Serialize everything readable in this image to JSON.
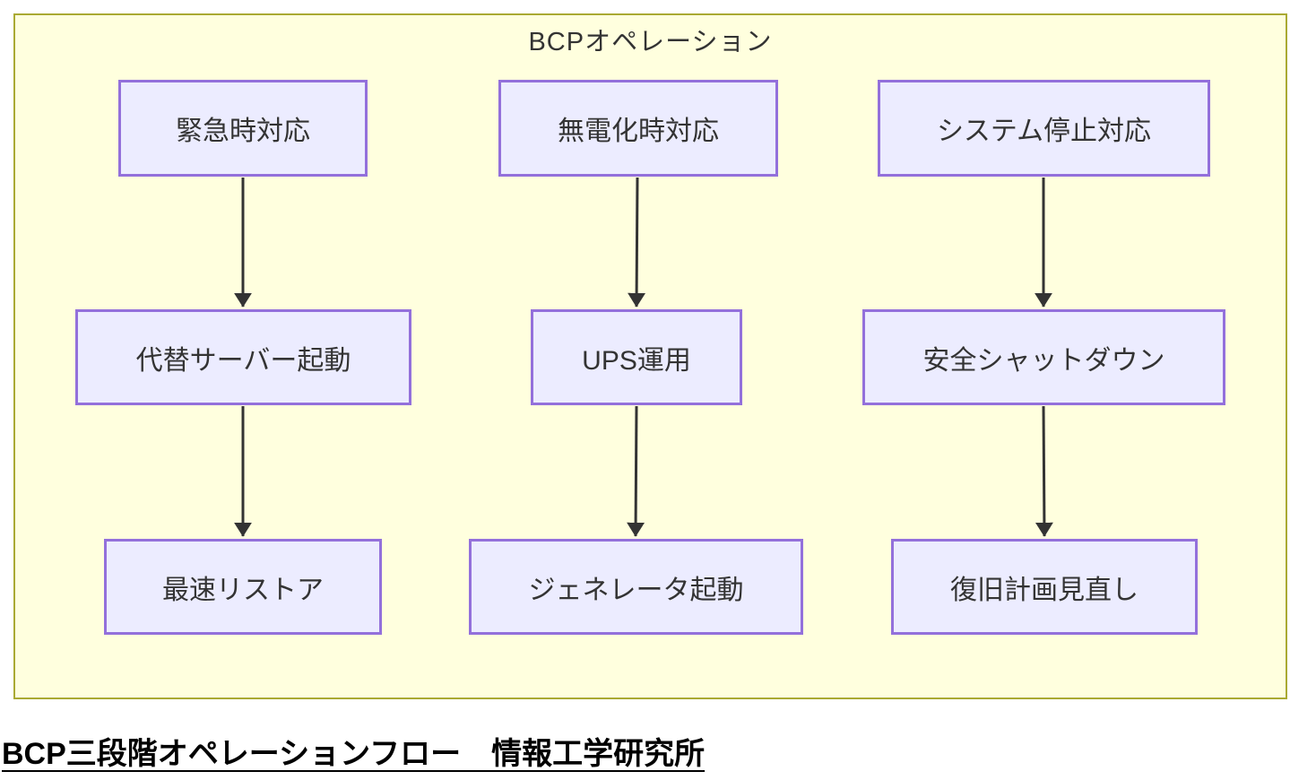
{
  "diagram": {
    "title": "BCPオペレーション",
    "flows": [
      {
        "name": "emergency-response-flow",
        "steps": [
          "緊急時対応",
          "代替サーバー起動",
          "最速リストア"
        ]
      },
      {
        "name": "power-outage-response-flow",
        "steps": [
          "無電化時対応",
          "UPS運用",
          "ジェネレータ起動"
        ]
      },
      {
        "name": "system-stop-response-flow",
        "steps": [
          "システム停止対応",
          "安全シャットダウン",
          "復旧計画見直し"
        ]
      }
    ]
  },
  "caption": "BCP三段階オペレーションフロー　情報工学研究所",
  "colors": {
    "container_fill": "#ffffde",
    "container_border": "#aaaa33",
    "node_fill": "#ececff",
    "node_border": "#9370db",
    "arrow": "#333333",
    "text": "#333333",
    "caption_text": "#000000"
  }
}
